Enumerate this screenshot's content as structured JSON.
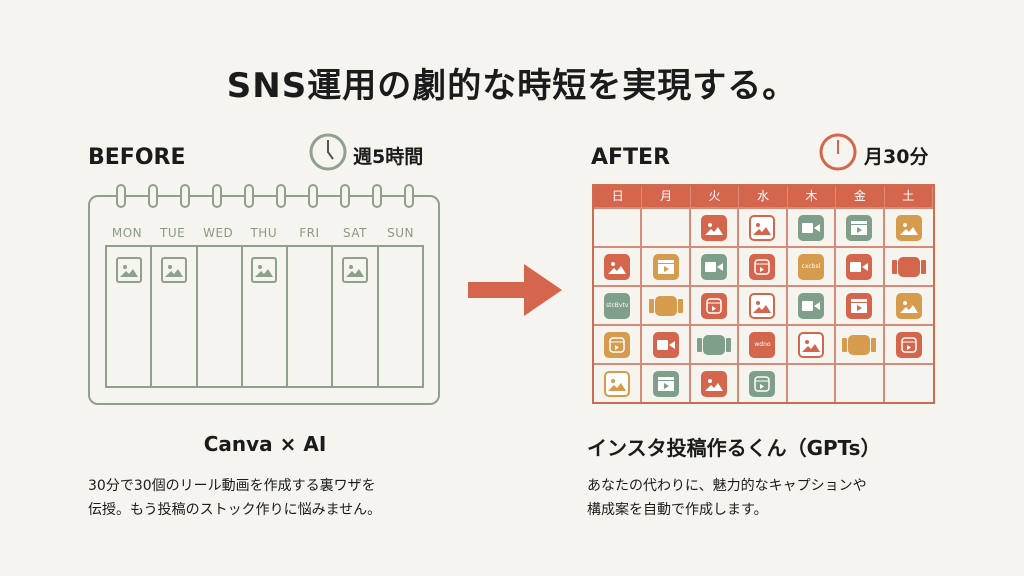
{
  "title": "SNS運用の劇的な時短を実現する。",
  "colors": {
    "background": "#f6f4ef",
    "before": "#8fa08c",
    "after": "#d4664e",
    "orange": "#d69b4c",
    "green": "#7f9f8a"
  },
  "before": {
    "label": "BEFORE",
    "time": "週5時間",
    "days": [
      "MON",
      "TUE",
      "WED",
      "THU",
      "FRI",
      "SAT",
      "SUN"
    ],
    "posted": [
      true,
      true,
      false,
      true,
      false,
      true,
      false
    ],
    "subtitle": "Canva × AI",
    "desc": [
      "30分で30個のリール動画を作成する裏ワザを",
      "伝授。もう投稿のストック作りに悩みません。"
    ]
  },
  "after": {
    "label": "AFTER",
    "time": "月30分",
    "days": [
      "日",
      "月",
      "火",
      "水",
      "木",
      "金",
      "土"
    ],
    "cells": [
      null,
      null,
      {
        "t": "image",
        "c": "red"
      },
      {
        "t": "photo",
        "c": "red"
      },
      {
        "t": "video",
        "c": "green"
      },
      {
        "t": "clapper",
        "c": "green"
      },
      {
        "t": "image",
        "c": "orange"
      },
      {
        "t": "image",
        "c": "red"
      },
      {
        "t": "clapper",
        "c": "orange"
      },
      {
        "t": "video",
        "c": "green"
      },
      {
        "t": "reel",
        "c": "red"
      },
      {
        "t": "text",
        "c": "orange",
        "label": "cxcbsl"
      },
      {
        "t": "video",
        "c": "red"
      },
      {
        "t": "carousel",
        "c": "red"
      },
      {
        "t": "text",
        "c": "green",
        "label": "stcBvtv"
      },
      {
        "t": "carousel",
        "c": "orange"
      },
      {
        "t": "reel",
        "c": "red"
      },
      {
        "t": "photo",
        "c": "red"
      },
      {
        "t": "video",
        "c": "green"
      },
      {
        "t": "clapper",
        "c": "red"
      },
      {
        "t": "image",
        "c": "orange"
      },
      {
        "t": "reel",
        "c": "orange"
      },
      {
        "t": "video",
        "c": "red"
      },
      {
        "t": "carousel",
        "c": "green"
      },
      {
        "t": "text",
        "c": "red",
        "label": "wdno"
      },
      {
        "t": "photo",
        "c": "red"
      },
      {
        "t": "carousel",
        "c": "orange"
      },
      {
        "t": "reel",
        "c": "red"
      },
      {
        "t": "photo",
        "c": "orange"
      },
      {
        "t": "clapper",
        "c": "green"
      },
      {
        "t": "image",
        "c": "red"
      },
      {
        "t": "reel",
        "c": "green"
      },
      null,
      null,
      null
    ],
    "subtitle": "インスタ投稿作るくん（GPTs）",
    "desc": [
      "あなたの代わりに、魅力的なキャプションや",
      "構成案を自動で作成します。"
    ]
  }
}
